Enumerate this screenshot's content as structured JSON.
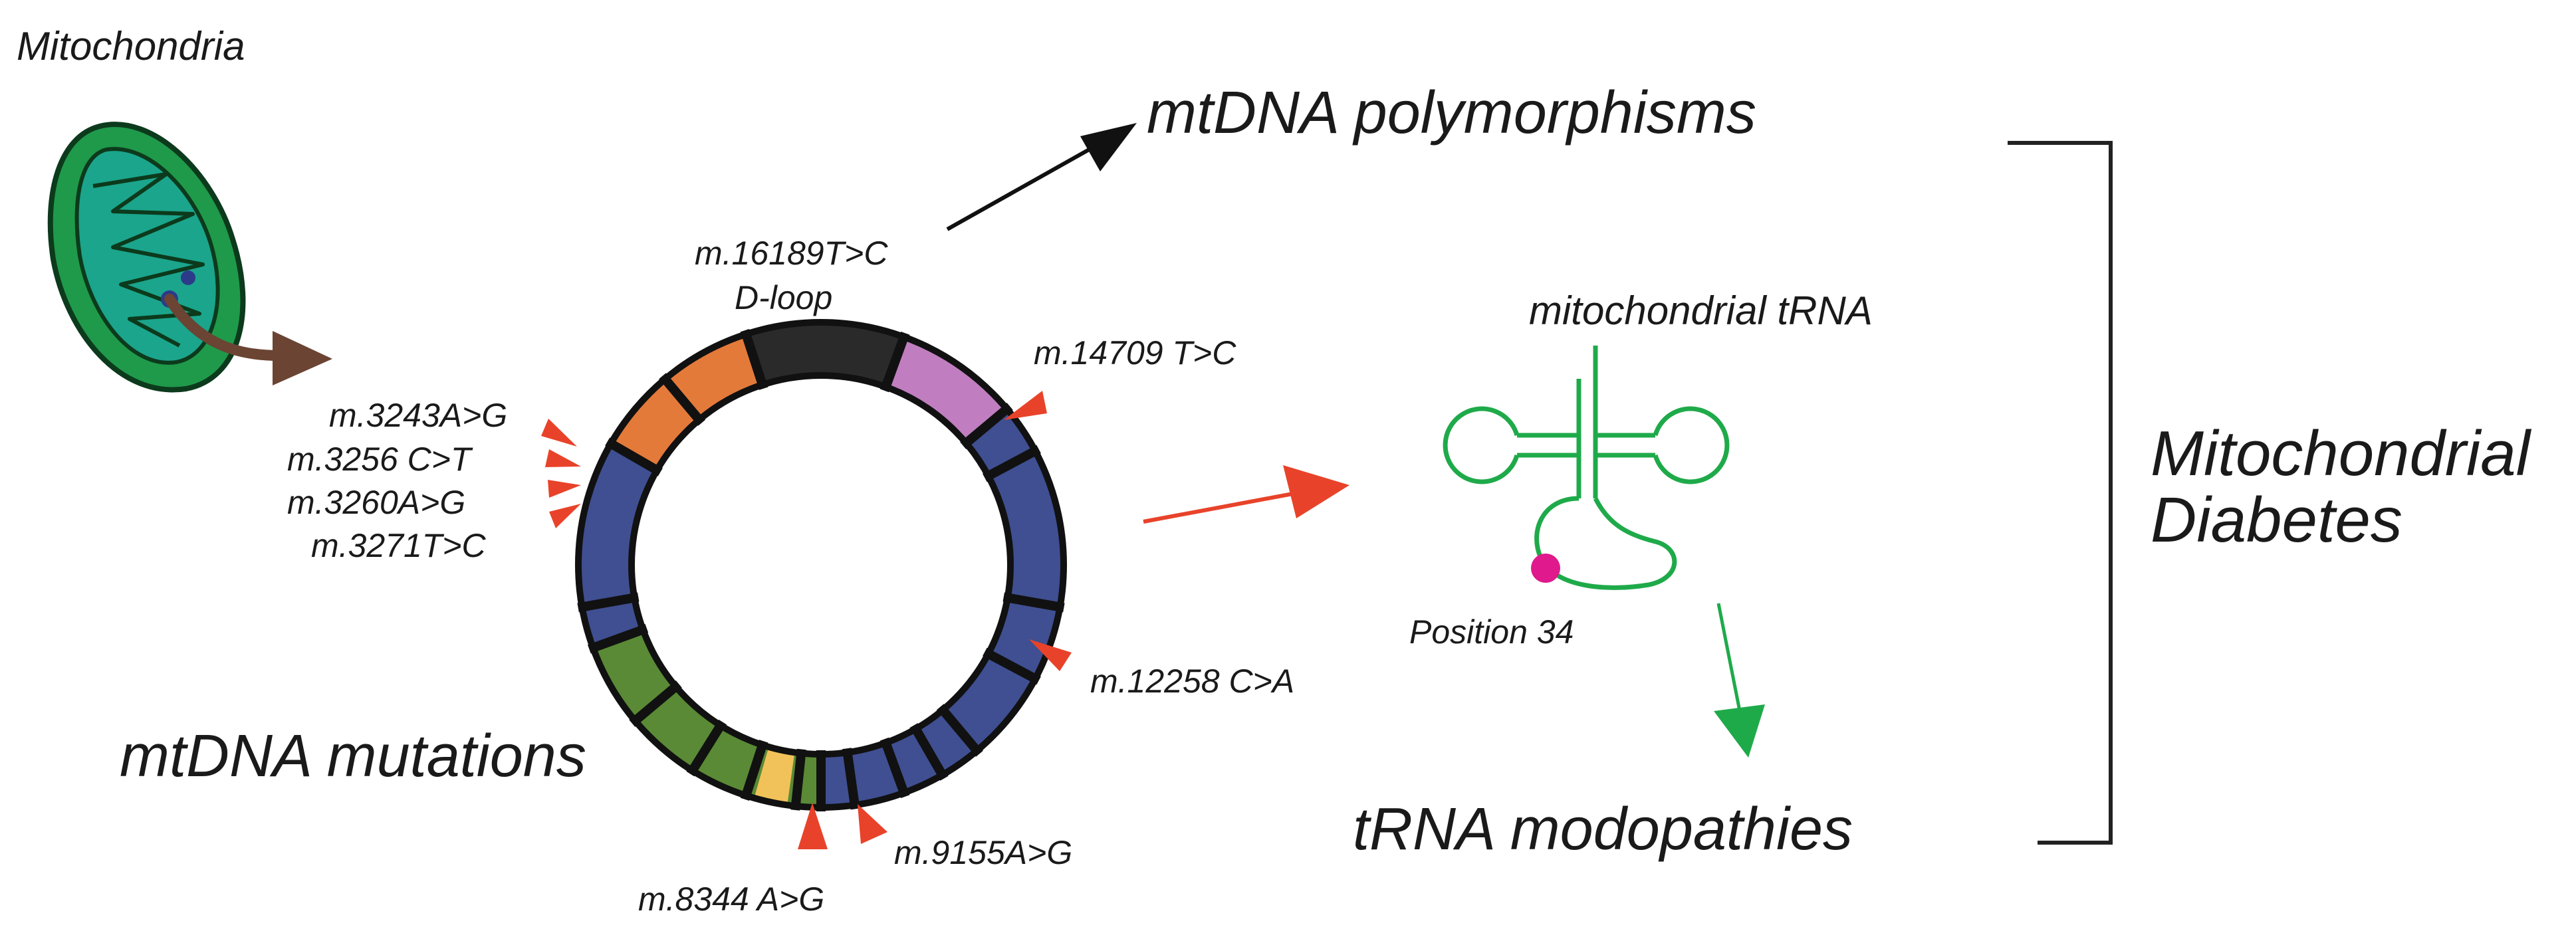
{
  "labels": {
    "mitochondria": "Mitochondria",
    "mtdna_polymorphisms": "mtDNA polymorphisms",
    "dloop_mutation": "m.16189T>C",
    "dloop": "D-loop",
    "mito_trna": "mitochondrial tRNA",
    "position": "Position 34",
    "mito_diabetes_line1": "Mitochondrial",
    "mito_diabetes_line2": "Diabetes",
    "mtdna_mutations": "mtDNA mutations",
    "trna_modopathies": "tRNA modopathies"
  },
  "mutations": {
    "m3243": "m.3243A>G",
    "m3256": "m.3256 C>T",
    "m3260": "m.3260A>G",
    "m3271": "m.3271T>C",
    "m14709": "m.14709 T>C",
    "m12258": "m.12258 C>A",
    "m8344": "m.8344 A>G",
    "m9155": "m.9155A>G"
  },
  "colors": {
    "mito_outer": "#1f9a4a",
    "mito_inner": "#1aa58c",
    "ring_blue": "#3f4f91",
    "ring_orange": "#e47a3a",
    "ring_black": "#2a2a2a",
    "ring_purple": "#c07ec0",
    "ring_green": "#5a8a35",
    "ring_yellow": "#f2c25a",
    "mutation_marker": "#e8432a",
    "trna_green": "#1faa4a",
    "position_dot": "#e0198c",
    "arrow_brown": "#6b4433"
  }
}
